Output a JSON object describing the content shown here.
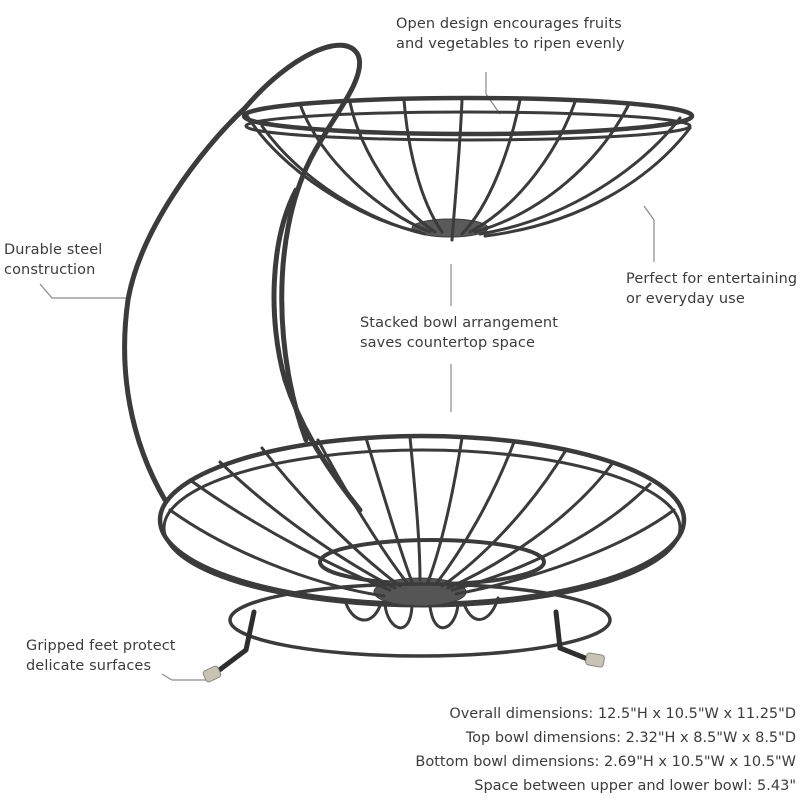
{
  "callouts": {
    "open_design": [
      "Open design encourages fruits",
      "and vegetables to ripen evenly"
    ],
    "durable": [
      "Durable steel",
      "construction"
    ],
    "perfect": [
      "Perfect for entertaining",
      "or everyday use"
    ],
    "stacked": [
      "Stacked bowl arrangement",
      "saves countertop space"
    ],
    "gripped": [
      "Gripped feet protect",
      "delicate surfaces"
    ]
  },
  "specs": {
    "overall": "Overall dimensions: 12.5\"H  x 10.5\"W x 11.25\"D",
    "top_bowl": "Top bowl dimensions: 2.32\"H x 8.5\"W x 8.5\"D",
    "bottom_bowl": "Bottom bowl dimensions: 2.69\"H x 10.5\"W x 10.5\"W",
    "spacing": "Space between upper and lower bowl: 5.43\""
  },
  "colors": {
    "metal": "#3b3b3b",
    "leader_line": "#8a8a8a",
    "text": "#3c3c3c",
    "background": "#ffffff"
  }
}
